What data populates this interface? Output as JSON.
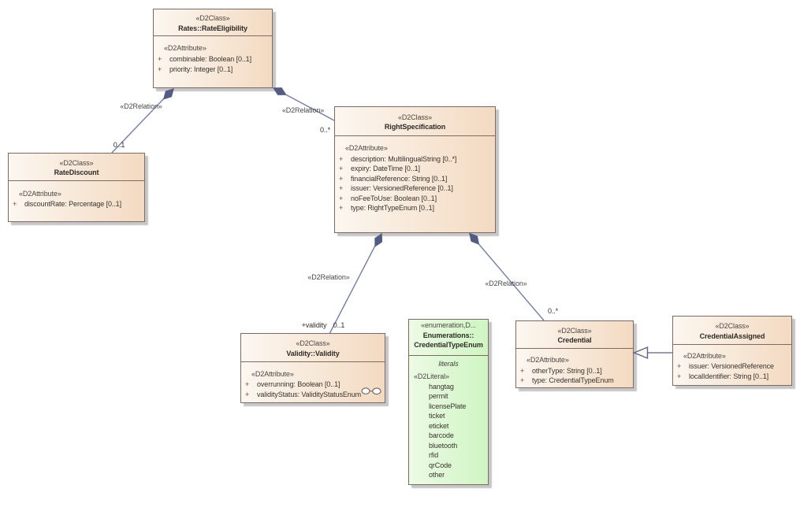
{
  "diagram": {
    "type": "uml-class-diagram",
    "background": "#ffffff",
    "palette": {
      "class_fill_left": "#fcf7f0",
      "class_fill_right": "#f3dac1",
      "enum_fill_left": "#ecfbe5",
      "enum_fill_right": "#cff5c2",
      "box_border": "#7d6a63",
      "shadow": "#c6c6c6",
      "connector_line": "#737ea6",
      "diamond_fill": "#535d83",
      "triangle_fill": "#fdf8f1",
      "text": "#38332e",
      "stereotype_text": "#4c4742",
      "visibility_plus": "#7b4438"
    },
    "boxes": {
      "rate_eligibility": {
        "stereotype": "«D2Class»",
        "name": "Rates::RateEligibility",
        "attr_stereotype": "«D2Attribute»",
        "attributes": [
          {
            "vis": "+",
            "text": "combinable: Boolean [0..1]"
          },
          {
            "vis": "+",
            "text": "priority: Integer [0..1]"
          }
        ]
      },
      "rate_discount": {
        "stereotype": "«D2Class»",
        "name": "RateDiscount",
        "attr_stereotype": "«D2Attribute»",
        "attributes": [
          {
            "vis": "+",
            "text": "discountRate: Percentage [0..1]"
          }
        ]
      },
      "right_specification": {
        "stereotype": "«D2Class»",
        "name": "RightSpecification",
        "attr_stereotype": "«D2Attribute»",
        "attributes": [
          {
            "vis": "+",
            "text": "description: MultilingualString [0..*]"
          },
          {
            "vis": "+",
            "text": "expiry: DateTime [0..1]"
          },
          {
            "vis": "+",
            "text": "financialReference: String [0..1]"
          },
          {
            "vis": "+",
            "text": "issuer: VersionedReference [0..1]"
          },
          {
            "vis": "+",
            "text": "noFeeToUse: Boolean [0..1]"
          },
          {
            "vis": "+",
            "text": "type: RightTypeEnum [0..1]"
          }
        ]
      },
      "validity": {
        "stereotype": "«D2Class»",
        "name": "Validity::Validity",
        "attr_stereotype": "«D2Attribute»",
        "attributes": [
          {
            "vis": "+",
            "text": "overrunning: Boolean [0..1]"
          },
          {
            "vis": "+",
            "text": "validityStatus: ValidityStatusEnum"
          }
        ]
      },
      "credential_type_enum": {
        "stereotype": "«enumeration,D...",
        "name_line1": "Enumerations::",
        "name_line2": "CredentialTypeEnum",
        "literals_caption": "literals",
        "literal_stereotype": "«D2Literal»",
        "literals": [
          "hangtag",
          "permit",
          "licensePlate",
          "ticket",
          "eticket",
          "barcode",
          "bluetooth",
          "rfid",
          "qrCode",
          "other"
        ]
      },
      "credential": {
        "stereotype": "«D2Class»",
        "name": "Credential",
        "attr_stereotype": "«D2Attribute»",
        "attributes": [
          {
            "vis": "+",
            "text": "otherType: String [0..1]"
          },
          {
            "vis": "+",
            "text": "type: CredentialTypeEnum"
          }
        ]
      },
      "credential_assigned": {
        "stereotype": "«D2Class»",
        "name": "CredentialAssigned",
        "attr_stereotype": "«D2Attribute»",
        "attributes": [
          {
            "vis": "+",
            "text": "issuer: VersionedReference"
          },
          {
            "vis": "+",
            "text": "localIdentifier: String [0..1]"
          }
        ]
      }
    },
    "connectors": {
      "eligibility_discount": {
        "stereotype": "«D2Relation»",
        "target_multiplicity": "0..1"
      },
      "eligibility_rightspec": {
        "stereotype": "«D2Relation»",
        "target_multiplicity": "0..*"
      },
      "rightspec_validity": {
        "stereotype": "«D2Relation»",
        "target_role": "+validity",
        "target_multiplicity": "0..1"
      },
      "rightspec_credential": {
        "stereotype": "«D2Relation»",
        "target_multiplicity": "0..*"
      },
      "credentialassigned_credential": {
        "type": "generalization"
      }
    }
  }
}
